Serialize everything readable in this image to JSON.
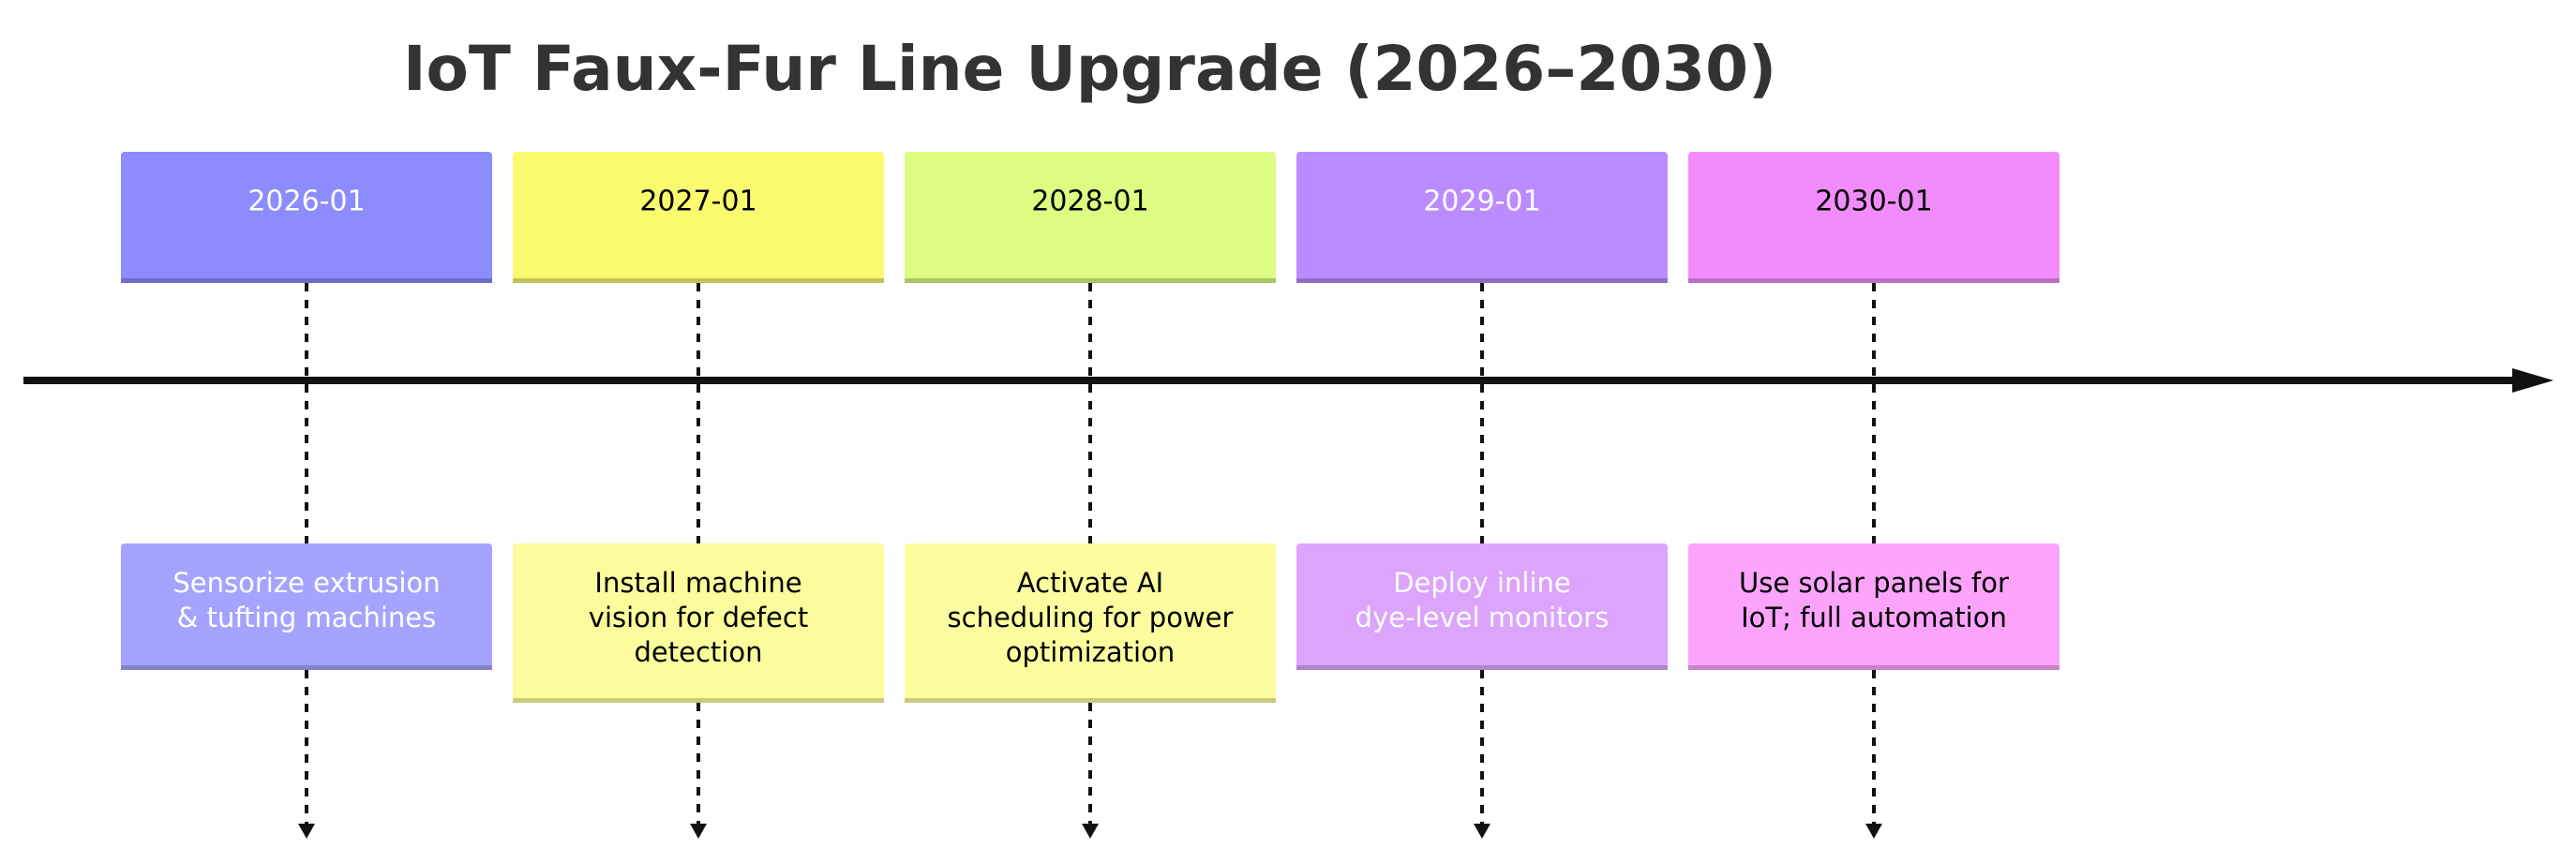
{
  "title": "IoT Faux-Fur Line Upgrade (2026–2030)",
  "milestones": [
    {
      "period": "2026-01",
      "event_lines": [
        "Sensorize extrusion",
        "& tufting machines"
      ],
      "period_color": "#8c8cff",
      "event_color": "#a4a4ff",
      "text_color": "#ffffff"
    },
    {
      "period": "2027-01",
      "event_lines": [
        "Install machine",
        "vision for defect",
        "detection"
      ],
      "period_color": "#fafa6e",
      "event_color": "#fcfc9c",
      "text_color": "#000000"
    },
    {
      "period": "2028-01",
      "event_lines": [
        "Activate AI",
        "scheduling for power",
        "optimization"
      ],
      "period_color": "#dcfc82",
      "event_color": "#fdfda0",
      "text_color": "#000000"
    },
    {
      "period": "2029-01",
      "event_lines": [
        "Deploy inline",
        "dye-level monitors"
      ],
      "period_color": "#bb8cff",
      "event_color": "#dca4fc",
      "text_color": "#ffffff"
    },
    {
      "period": "2030-01",
      "event_lines": [
        "Use solar panels for",
        "IoT; full automation"
      ],
      "period_color": "#f28cfc",
      "event_color": "#fca4fc",
      "text_color": "#000000"
    }
  ]
}
